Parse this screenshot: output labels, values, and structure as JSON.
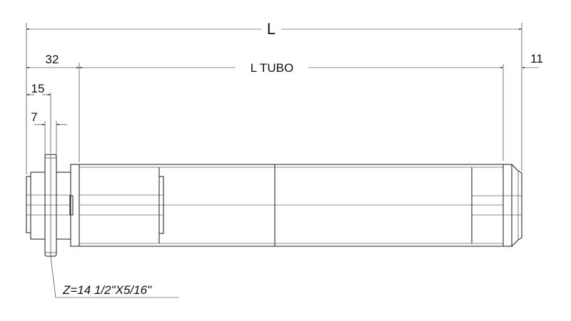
{
  "dimensions": {
    "total_length": "L",
    "tube_length": "L TUBO",
    "left_offset": "32",
    "sprocket_offset": "15",
    "sprocket_width": "7",
    "right_offset": "11"
  },
  "sprocket_label": "Z=14 1/2\"X5/16\"",
  "colors": {
    "line": "#1a1a1a",
    "background": "#ffffff"
  }
}
